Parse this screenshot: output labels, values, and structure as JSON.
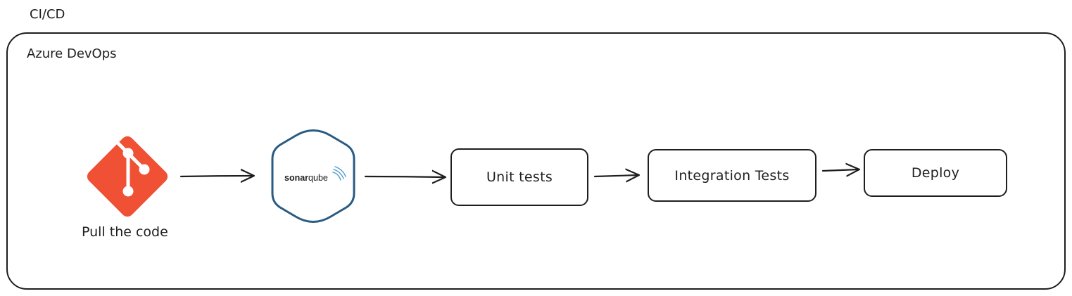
{
  "diagram": {
    "title": "CI/CD",
    "group_label": "Azure DevOps",
    "steps": {
      "source": {
        "label": "Pull the code",
        "icon": "git-icon"
      },
      "analysis": {
        "label": "sonarqube",
        "label_parts": [
          "sonar",
          "qube"
        ],
        "icon": "sonarqube-icon"
      },
      "unit_tests": {
        "label": "Unit tests"
      },
      "integration_tests": {
        "label": "Integration Tests"
      },
      "deploy": {
        "label": "Deploy"
      }
    },
    "colors": {
      "stroke": "#1e1e1e",
      "git_brand": "#f05033",
      "sonar_border": "#2a5b82",
      "sonar_text": "#1d1d1b",
      "sonar_waves": "#4e9bcd"
    }
  }
}
